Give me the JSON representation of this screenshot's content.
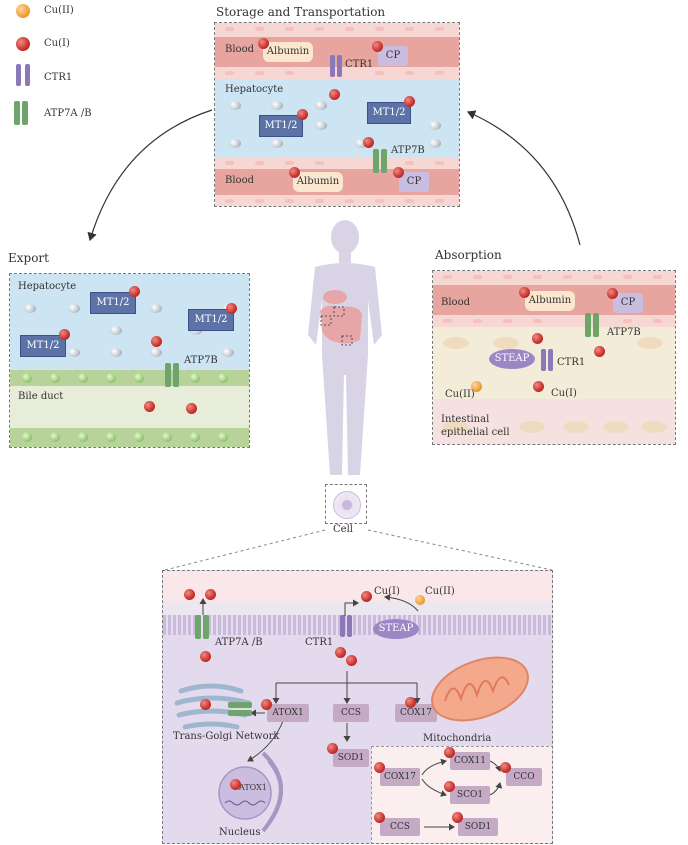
{
  "legend": {
    "cu2": "Cu(II)",
    "cu1": "Cu(I)",
    "ctr1": "CTR1",
    "atp7": "ATP7A /B"
  },
  "storage": {
    "title": "Storage and Transportation",
    "blood_top": "Blood",
    "albumin_top": "Albumin",
    "ctr1": "CTR1",
    "cp_top": "CP",
    "hepatocyte": "Hepatocyte",
    "mt_left": "MT1/2",
    "mt_right": "MT1/2",
    "atp7b": "ATP7B",
    "blood_bottom": "Blood",
    "albumin_bottom": "Albumin",
    "cp_bottom": "CP"
  },
  "export": {
    "title": "Export",
    "hepatocyte": "Hepatocyte",
    "mt1": "MT1/2",
    "mt2": "MT1/2",
    "mt3": "MT1/2",
    "atp7b": "ATP7B",
    "bile_duct": "Bile duct"
  },
  "absorption": {
    "title": "Absorption",
    "blood": "Blood",
    "albumin": "Albumin",
    "cp": "CP",
    "atp7b": "ATP7B",
    "steap": "STEAP",
    "ctr1": "CTR1",
    "cu2": "Cu(II)",
    "cu1": "Cu(I)",
    "intestinal_1": "Intestinal",
    "intestinal_2": "epithelial cell"
  },
  "cell_label": "Cell",
  "cell": {
    "cu1": "Cu(I)",
    "cu2": "Cu(II)",
    "steap": "STEAP",
    "ctr1": "CTR1",
    "atp7": "ATP7A /B",
    "atox1": "ATOX1",
    "ccs": "CCS",
    "cox17": "COX17",
    "golgi": "Trans-Golgi Network",
    "mito": "Mitochondria",
    "sod1": "SOD1",
    "atox1_nuc": "ATOX1",
    "nucleus": "Nucleus",
    "cox17_b": "COX17",
    "cox11": "COX11",
    "sco1": "SCO1",
    "cco": "CCO",
    "ccs_b": "CCS",
    "sod1_b": "SOD1"
  }
}
